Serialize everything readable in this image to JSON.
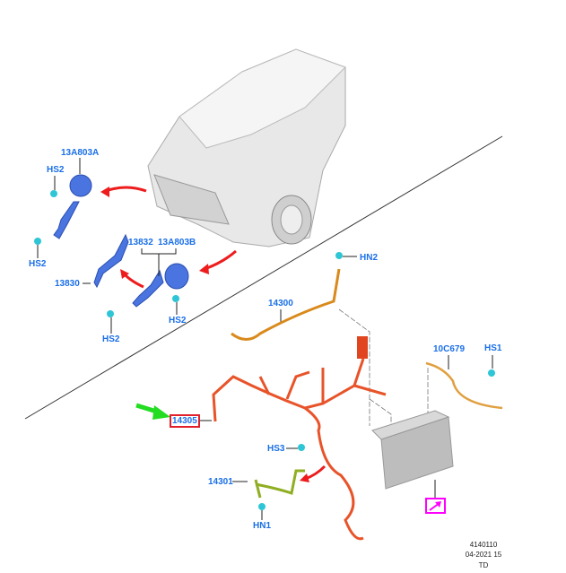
{
  "callouts": {
    "horn_a": "13A803A",
    "hs2_a_top": "HS2",
    "hs2_a_bottom": "HS2",
    "bracket_13830": "13830",
    "bracket_13832": "13832",
    "horn_b": "13A803B",
    "hs2_b_right": "HS2",
    "hs2_b_left": "HS2",
    "hn2": "HN2",
    "harness_14300": "14300",
    "cable_10c679": "10C679",
    "hs1": "HS1",
    "harness_14305": "14305",
    "hs3": "HS3",
    "harness_14301": "14301",
    "hn1": "HN1"
  },
  "footer": {
    "code": "4140110",
    "date": "04-2021 15",
    "initials": "TD"
  },
  "colors": {
    "callout": "#1a6fe8",
    "highlight_box": "#e0202a",
    "pointer_arrow": "#22dd22",
    "direction_arrow": "#ee1c1c",
    "harness_main": "#e8532a",
    "harness_14300": "#d98a1c",
    "harness_14301": "#8fae22",
    "horn_parts": "#4a74e0",
    "fasteners": "#2ec6d6",
    "battery_link": "#ff00ff"
  }
}
